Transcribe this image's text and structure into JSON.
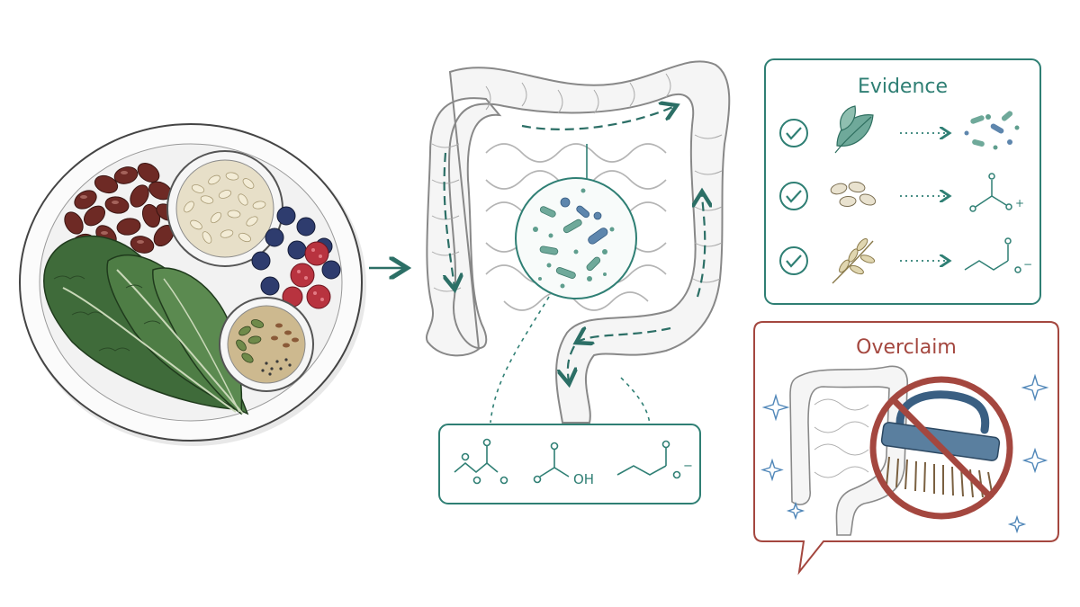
{
  "evidence_panel": {
    "title": "Evidence",
    "rows": [
      {
        "check_icon": "check-circle-icon",
        "source_icon": "leaf-icon",
        "result_icon": "microbes-icon"
      },
      {
        "check_icon": "check-circle-icon",
        "source_icon": "beans-icon",
        "result_icon": "carboxylate-molecule-icon",
        "charge": "+"
      },
      {
        "check_icon": "check-circle-icon",
        "source_icon": "grain-sprig-icon",
        "result_icon": "butyrate-molecule-icon",
        "charge": "−"
      }
    ]
  },
  "overclaim_panel": {
    "title": "Overclaim",
    "icons": [
      "colon-icon",
      "scrub-brush-icon",
      "prohibition-icon",
      "sparkle-icon"
    ]
  },
  "molecules_panel": {
    "molecules": [
      {
        "name": "molecule-1",
        "label": ""
      },
      {
        "name": "molecule-2",
        "label": "OH"
      },
      {
        "name": "molecule-3",
        "label": "−"
      }
    ]
  },
  "colors": {
    "evidence_teal": "#2f7f74",
    "overclaim_red": "#a4473f",
    "arrow_teal": "#2c6f66",
    "sketch_gray": "#9a9a9a"
  }
}
